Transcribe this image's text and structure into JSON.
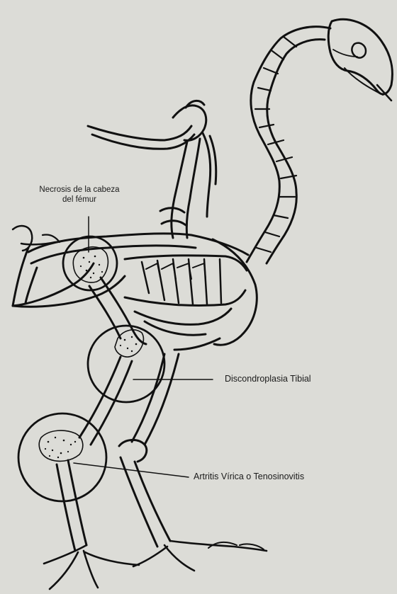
{
  "labels": {
    "necrosis_line1": "Necrosis de la cabeza",
    "necrosis_line2": "del fémur",
    "discondroplasia": "Discondroplasia Tibial",
    "artritis": "Artritis Vírica o Tenosinovitis"
  },
  "figure": {
    "subject": "skeleton-drawing",
    "background_color": "#dcdcd7",
    "line_color": "#111111"
  }
}
